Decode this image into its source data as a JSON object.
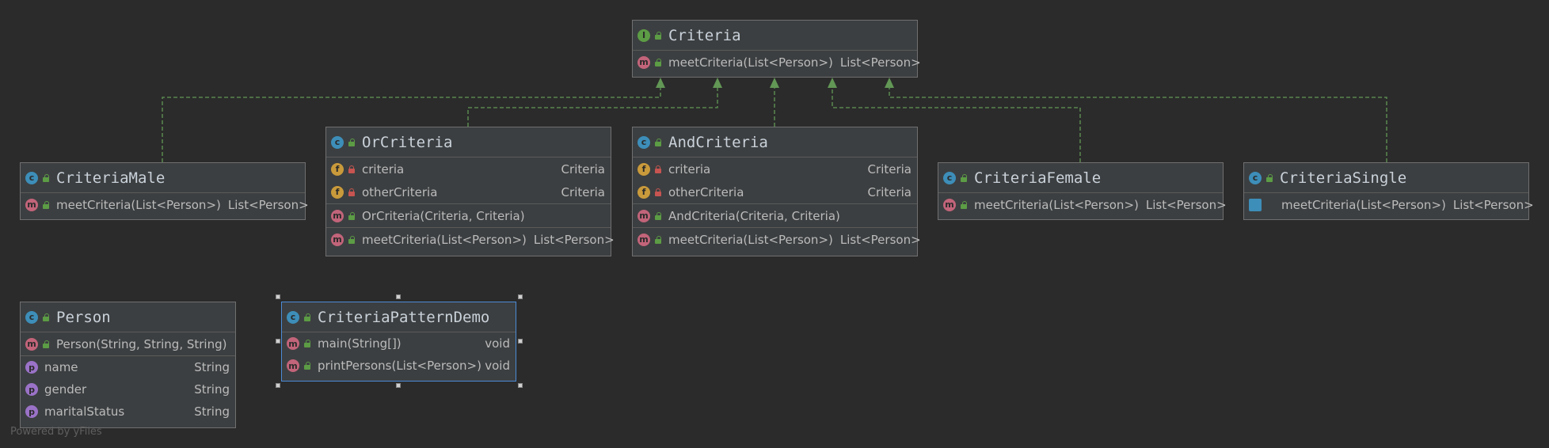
{
  "classes": {
    "criteria": {
      "title": "Criteria",
      "kind": "interface",
      "methods": [
        {
          "name": "meetCriteria(List<Person>)",
          "type": "List<Person>"
        }
      ]
    },
    "orCriteria": {
      "title": "OrCriteria",
      "fields": [
        {
          "name": "criteria",
          "type": "Criteria"
        },
        {
          "name": "otherCriteria",
          "type": "Criteria"
        }
      ],
      "ctor": "OrCriteria(Criteria, Criteria)",
      "methods": [
        {
          "name": "meetCriteria(List<Person>)",
          "type": "List<Person>"
        }
      ]
    },
    "andCriteria": {
      "title": "AndCriteria",
      "fields": [
        {
          "name": "criteria",
          "type": "Criteria"
        },
        {
          "name": "otherCriteria",
          "type": "Criteria"
        }
      ],
      "ctor": "AndCriteria(Criteria, Criteria)",
      "methods": [
        {
          "name": "meetCriteria(List<Person>)",
          "type": "List<Person>"
        }
      ]
    },
    "criteriaMale": {
      "title": "CriteriaMale",
      "methods": [
        {
          "name": "meetCriteria(List<Person>)",
          "type": "List<Person>"
        }
      ]
    },
    "criteriaFemale": {
      "title": "CriteriaFemale",
      "methods": [
        {
          "name": "meetCriteria(List<Person>)",
          "type": "List<Person>"
        }
      ]
    },
    "criteriaSingle": {
      "title": "CriteriaSingle",
      "methods": [
        {
          "name": "meetCriteria(List<Person>)",
          "type": "List<Person>"
        }
      ]
    },
    "person": {
      "title": "Person",
      "ctor": "Person(String, String, String)",
      "properties": [
        {
          "name": "name",
          "type": "String"
        },
        {
          "name": "gender",
          "type": "String"
        },
        {
          "name": "maritalStatus",
          "type": "String"
        }
      ]
    },
    "demo": {
      "title": "CriteriaPatternDemo",
      "methods": [
        {
          "name": "main(String[])",
          "type": "void"
        },
        {
          "name": "printPersons(List<Person>)",
          "type": "void"
        }
      ]
    }
  },
  "icons": {
    "class": "c",
    "interface": "I",
    "method": "m",
    "field": "f",
    "property": "p"
  },
  "colors": {
    "background": "#2b2b2b",
    "edge": "#629755",
    "selection": "#4b8bd6"
  },
  "footer": "Powered by yFiles"
}
